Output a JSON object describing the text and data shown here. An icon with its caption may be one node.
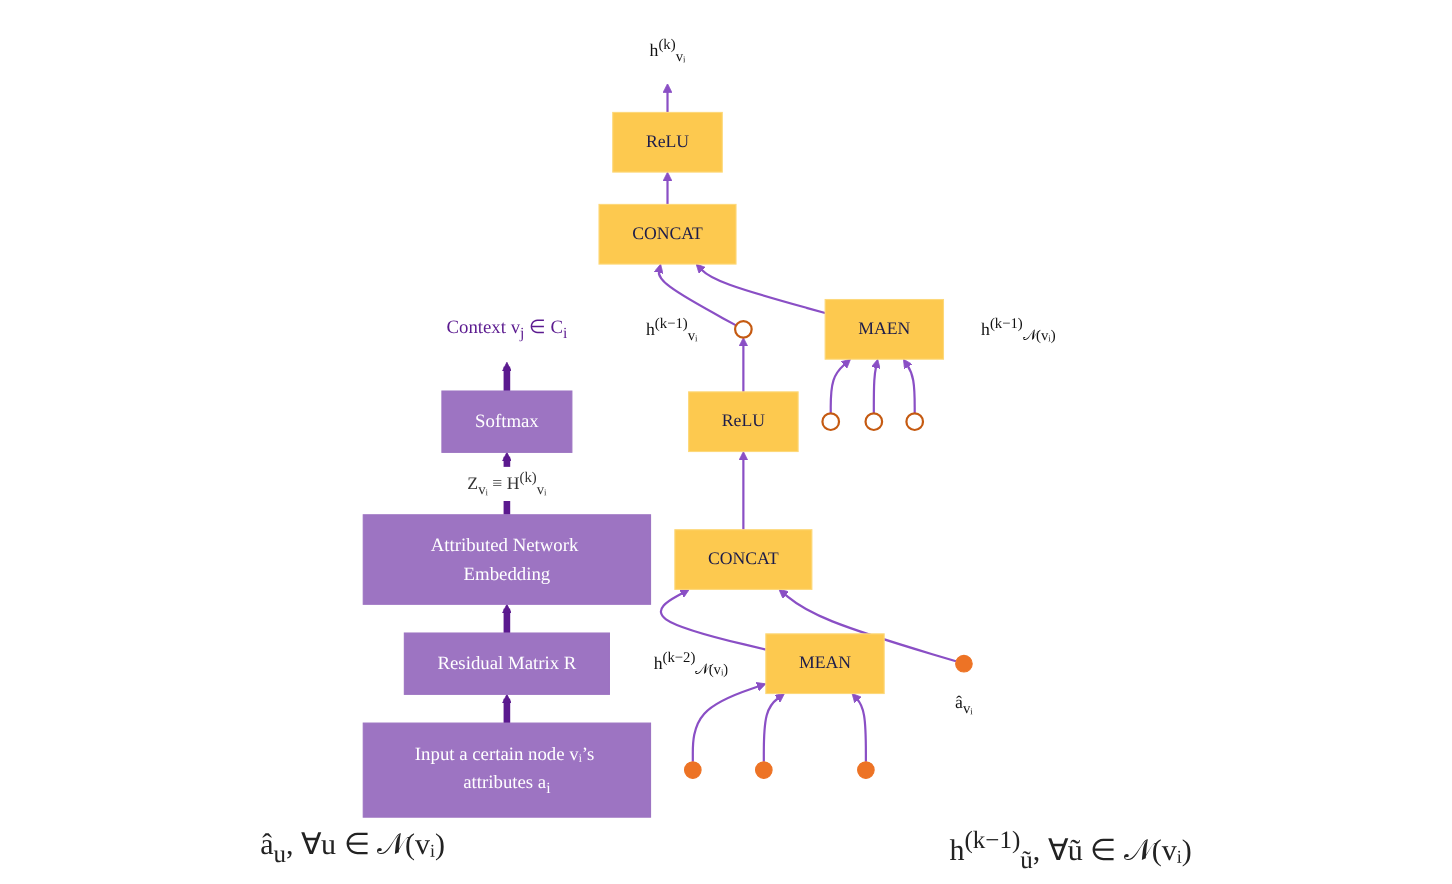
{
  "diagram": {
    "nodes": [
      {
        "text": [
          "Context v$_{j}$ ∈ C$_{i}$"
        ]
      },
      {
        "text": [
          "Softmax"
        ]
      },
      {
        "text": [
          "Attributed Network Embedding"
        ]
      },
      {
        "text": [
          "Residual Matrix R"
        ]
      },
      {
        "text": [
          "Input a certain node vᵢ’s attributes a$_{i}$"
        ]
      },
      {
        "text": [
          "h$^{(k)}$$_{vᵢ}$"
        ]
      },
      {
        "text": [
          "ReLU"
        ]
      },
      {
        "text": [
          "CONCAT"
        ]
      },
      {
        "text": [],
        "shape": "circle",
        "beside": [
          "h$^{(k−1)}$$_{vᵢ}$"
        ]
      },
      {
        "text": [
          "ReLU"
        ]
      },
      {
        "text": [
          "CONCAT"
        ]
      },
      {
        "text": [
          "MEAN"
        ],
        "beside": [
          "h$^{(k−2)}$$_{𝒩(vᵢ)}$"
        ]
      },
      {
        "text": [],
        "shape": "circle"
      },
      {
        "text": [],
        "shape": "circle"
      },
      {
        "text": [],
        "shape": "circle"
      },
      {
        "text": [],
        "shape": "circle",
        "beside": [
          "â$_{vᵢ}$"
        ]
      },
      {
        "text": [
          "MAEN"
        ],
        "beside": [
          "h$^{(k−1)}$$_{𝒩(vᵢ)}$"
        ]
      },
      {
        "text": [],
        "shape": "circle"
      },
      {
        "text": [],
        "shape": "circle"
      },
      {
        "text": [],
        "shape": "circle"
      }
    ],
    "edges": [
      {
        "from": 4,
        "to": 3,
        "arrow": "to",
        "style": "thick"
      },
      {
        "from": 3,
        "to": 2,
        "arrow": "to",
        "style": "thick"
      },
      {
        "from": 2,
        "to": 1,
        "arrow": "to",
        "style": "thick",
        "label": "Z$_{vᵢ}$ ≡ H$^{(k)}$$_{vᵢ}$"
      },
      {
        "from": 1,
        "to": 0,
        "arrow": "to",
        "style": "thick"
      },
      {
        "from": 6,
        "to": 5,
        "arrow": "to"
      },
      {
        "from": 7,
        "to": 6,
        "arrow": "to"
      },
      {
        "from": 8,
        "to": 7,
        "arrow": "to"
      },
      {
        "from": 16,
        "to": 7,
        "arrow": "to"
      },
      {
        "from": 9,
        "to": 8,
        "arrow": "to"
      },
      {
        "from": 10,
        "to": 9,
        "arrow": "to"
      },
      {
        "from": 11,
        "to": 10,
        "arrow": "to"
      },
      {
        "from": 15,
        "to": 10,
        "arrow": "to"
      },
      {
        "from": 12,
        "to": 11,
        "arrow": "to"
      },
      {
        "from": 13,
        "to": 11,
        "arrow": "to"
      },
      {
        "from": 14,
        "to": 11,
        "arrow": "to"
      },
      {
        "from": 17,
        "to": 16,
        "arrow": "to"
      },
      {
        "from": 18,
        "to": 16,
        "arrow": "to"
      },
      {
        "from": 19,
        "to": 16,
        "arrow": "to"
      }
    ],
    "labels": [
      "â$_{u}$, ∀u ∈ 𝒩(vᵢ)",
      "h$^{(k−1)}$$_{ũ}$, ∀ũ ∈ 𝒩(vᵢ)"
    ]
  }
}
